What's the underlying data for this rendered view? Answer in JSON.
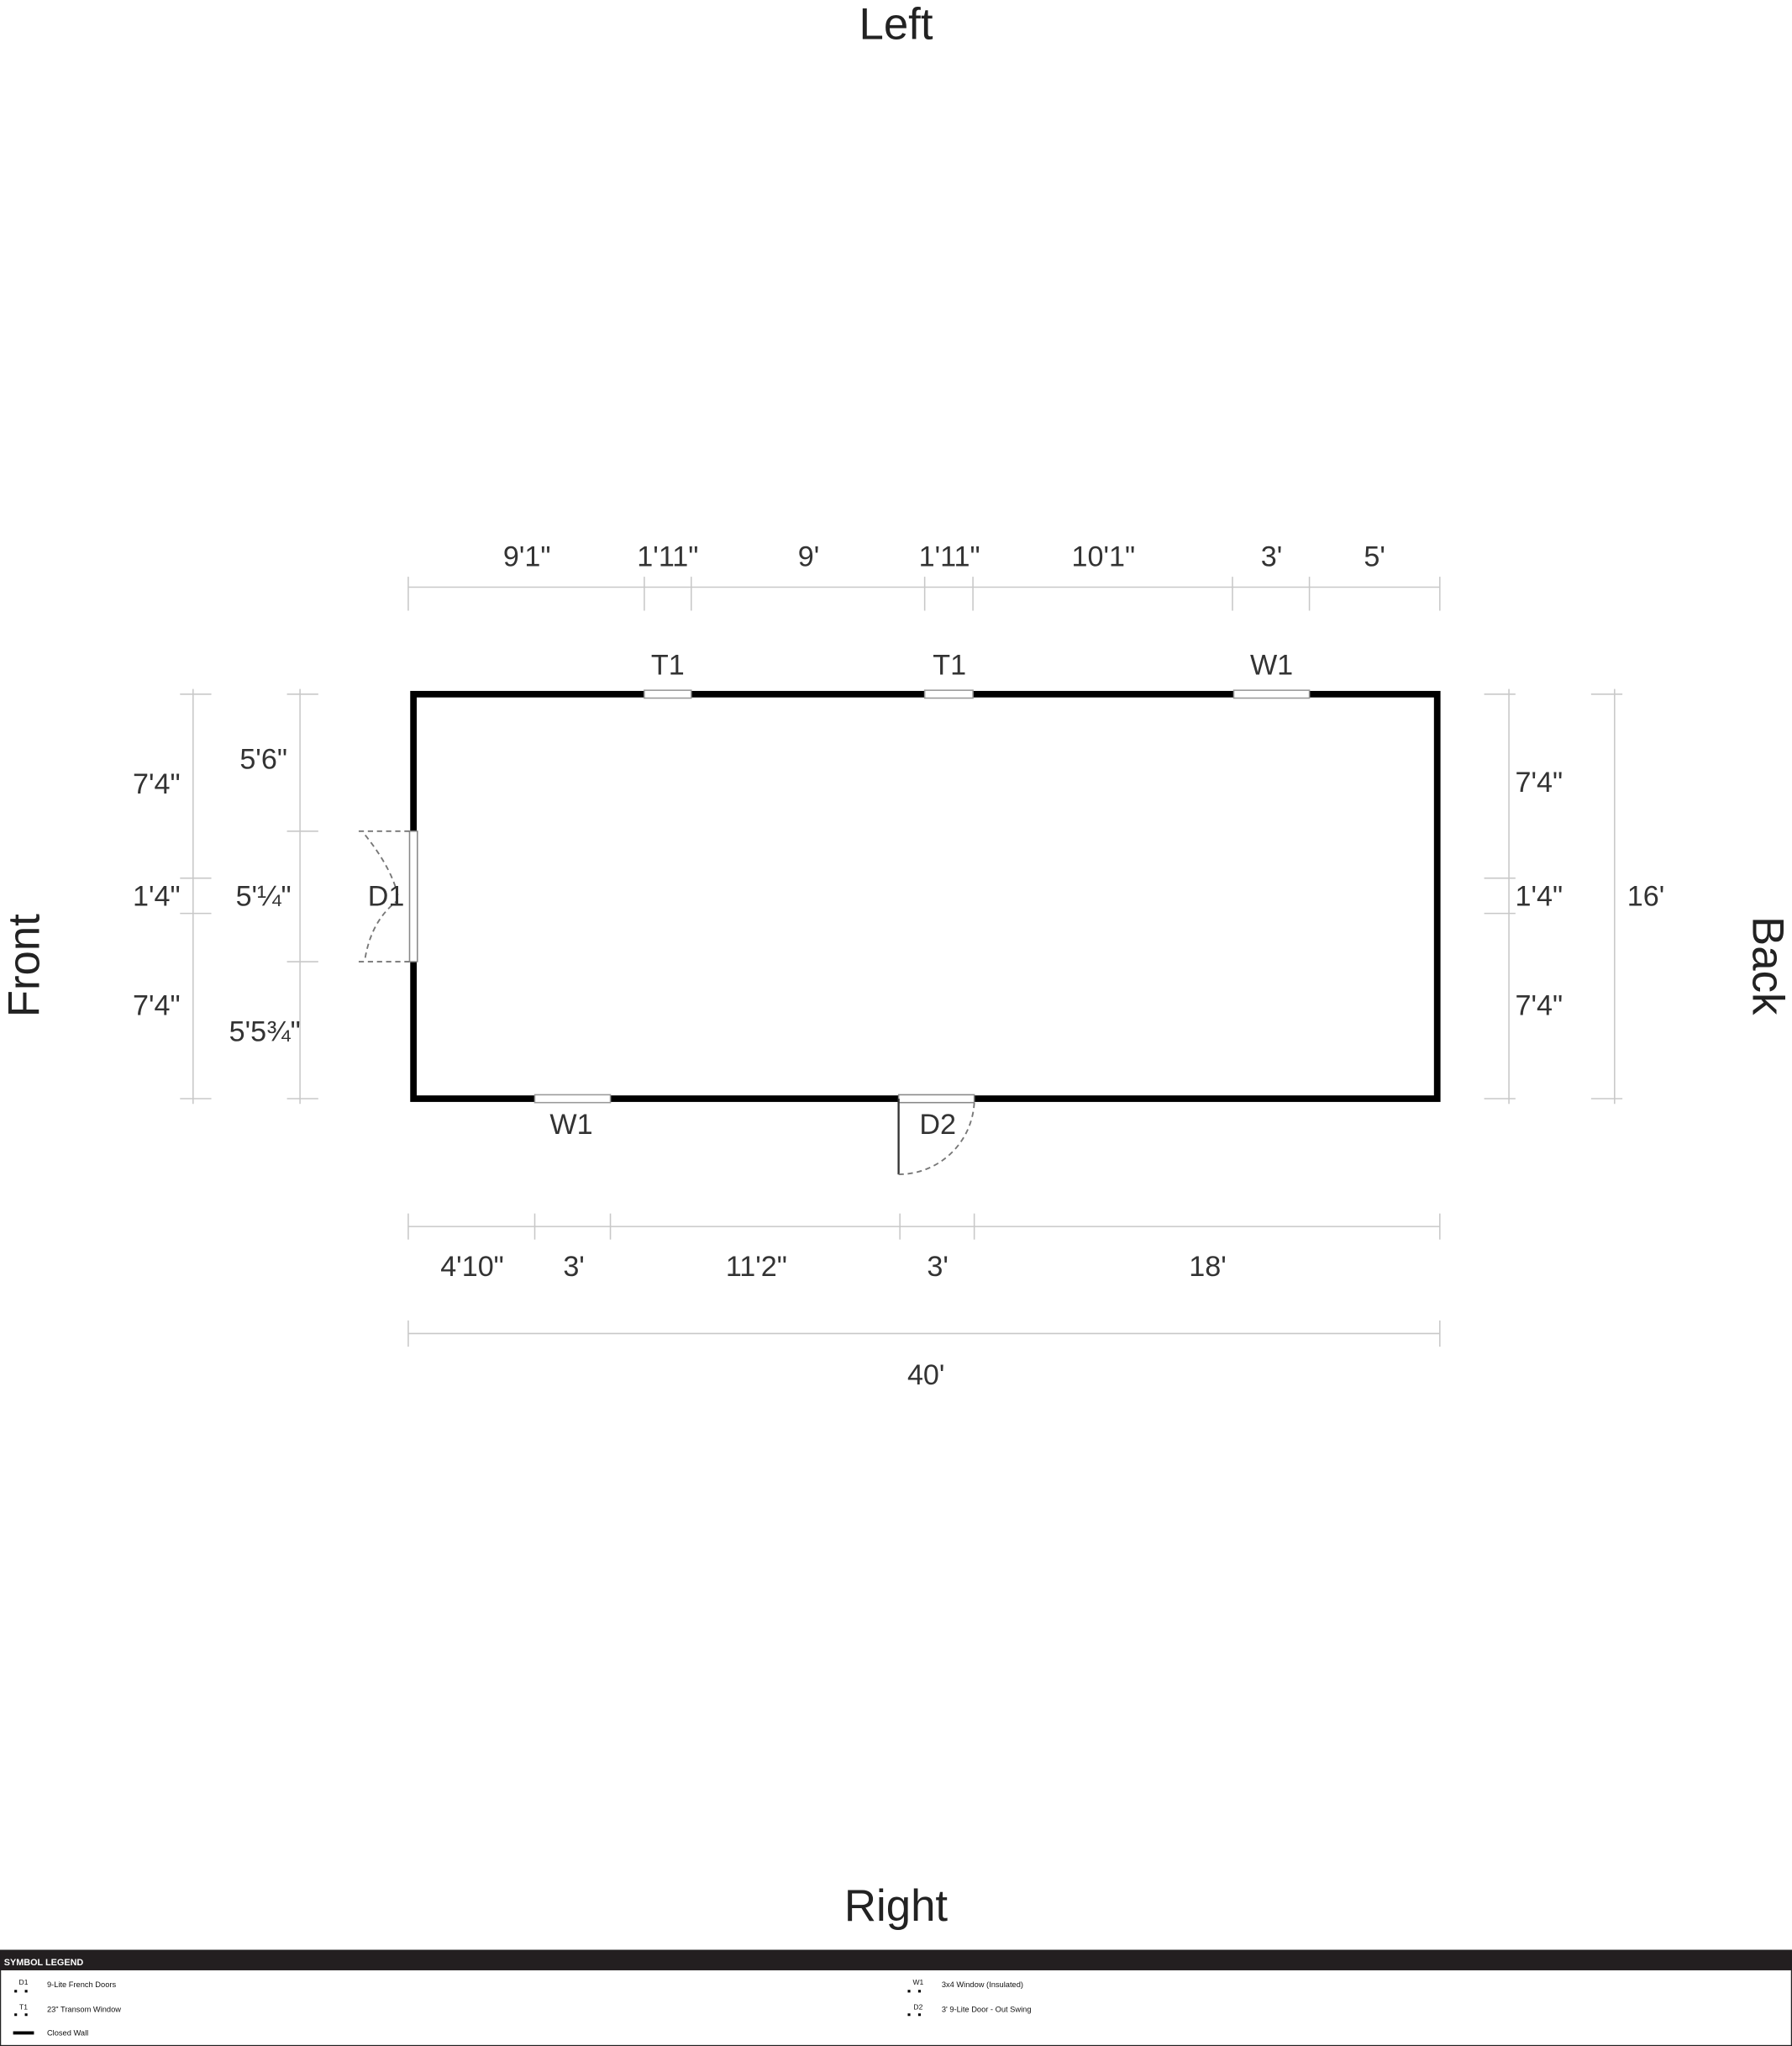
{
  "sides": {
    "top": "Left",
    "bottom": "Right",
    "left": "Front",
    "right": "Back"
  },
  "top_dims": [
    "9'1\"",
    "1'11\"",
    "9'",
    "1'11\"",
    "10'1\"",
    "3'",
    "5'"
  ],
  "bottom_dims": [
    "4'10\"",
    "3'",
    "11'2\"",
    "3'",
    "18'"
  ],
  "overall_length": "40'",
  "left_outer_dims": [
    "7'4\"",
    "1'4\"",
    "7'4\""
  ],
  "left_inner_dims": [
    "5'6\"",
    "5'¼\"",
    "5'5¾\""
  ],
  "right_dims": [
    "7'4\"",
    "1'4\"",
    "7'4\""
  ],
  "overall_width": "16'",
  "openings": {
    "top": [
      "T1",
      "T1",
      "W1"
    ],
    "bottom": [
      "W1",
      "D2"
    ],
    "front": "D1"
  },
  "legend": {
    "title": "SYMBOL LEGEND",
    "items": [
      {
        "tag": "D1",
        "label": "9-Lite French Doors"
      },
      {
        "tag": "T1",
        "label": "23\" Transom Window"
      },
      {
        "tag": "",
        "label": "Closed Wall"
      },
      {
        "tag": "W1",
        "label": "3x4 Window (Insulated)"
      },
      {
        "tag": "D2",
        "label": "3' 9-Lite Door - Out Swing"
      }
    ]
  }
}
